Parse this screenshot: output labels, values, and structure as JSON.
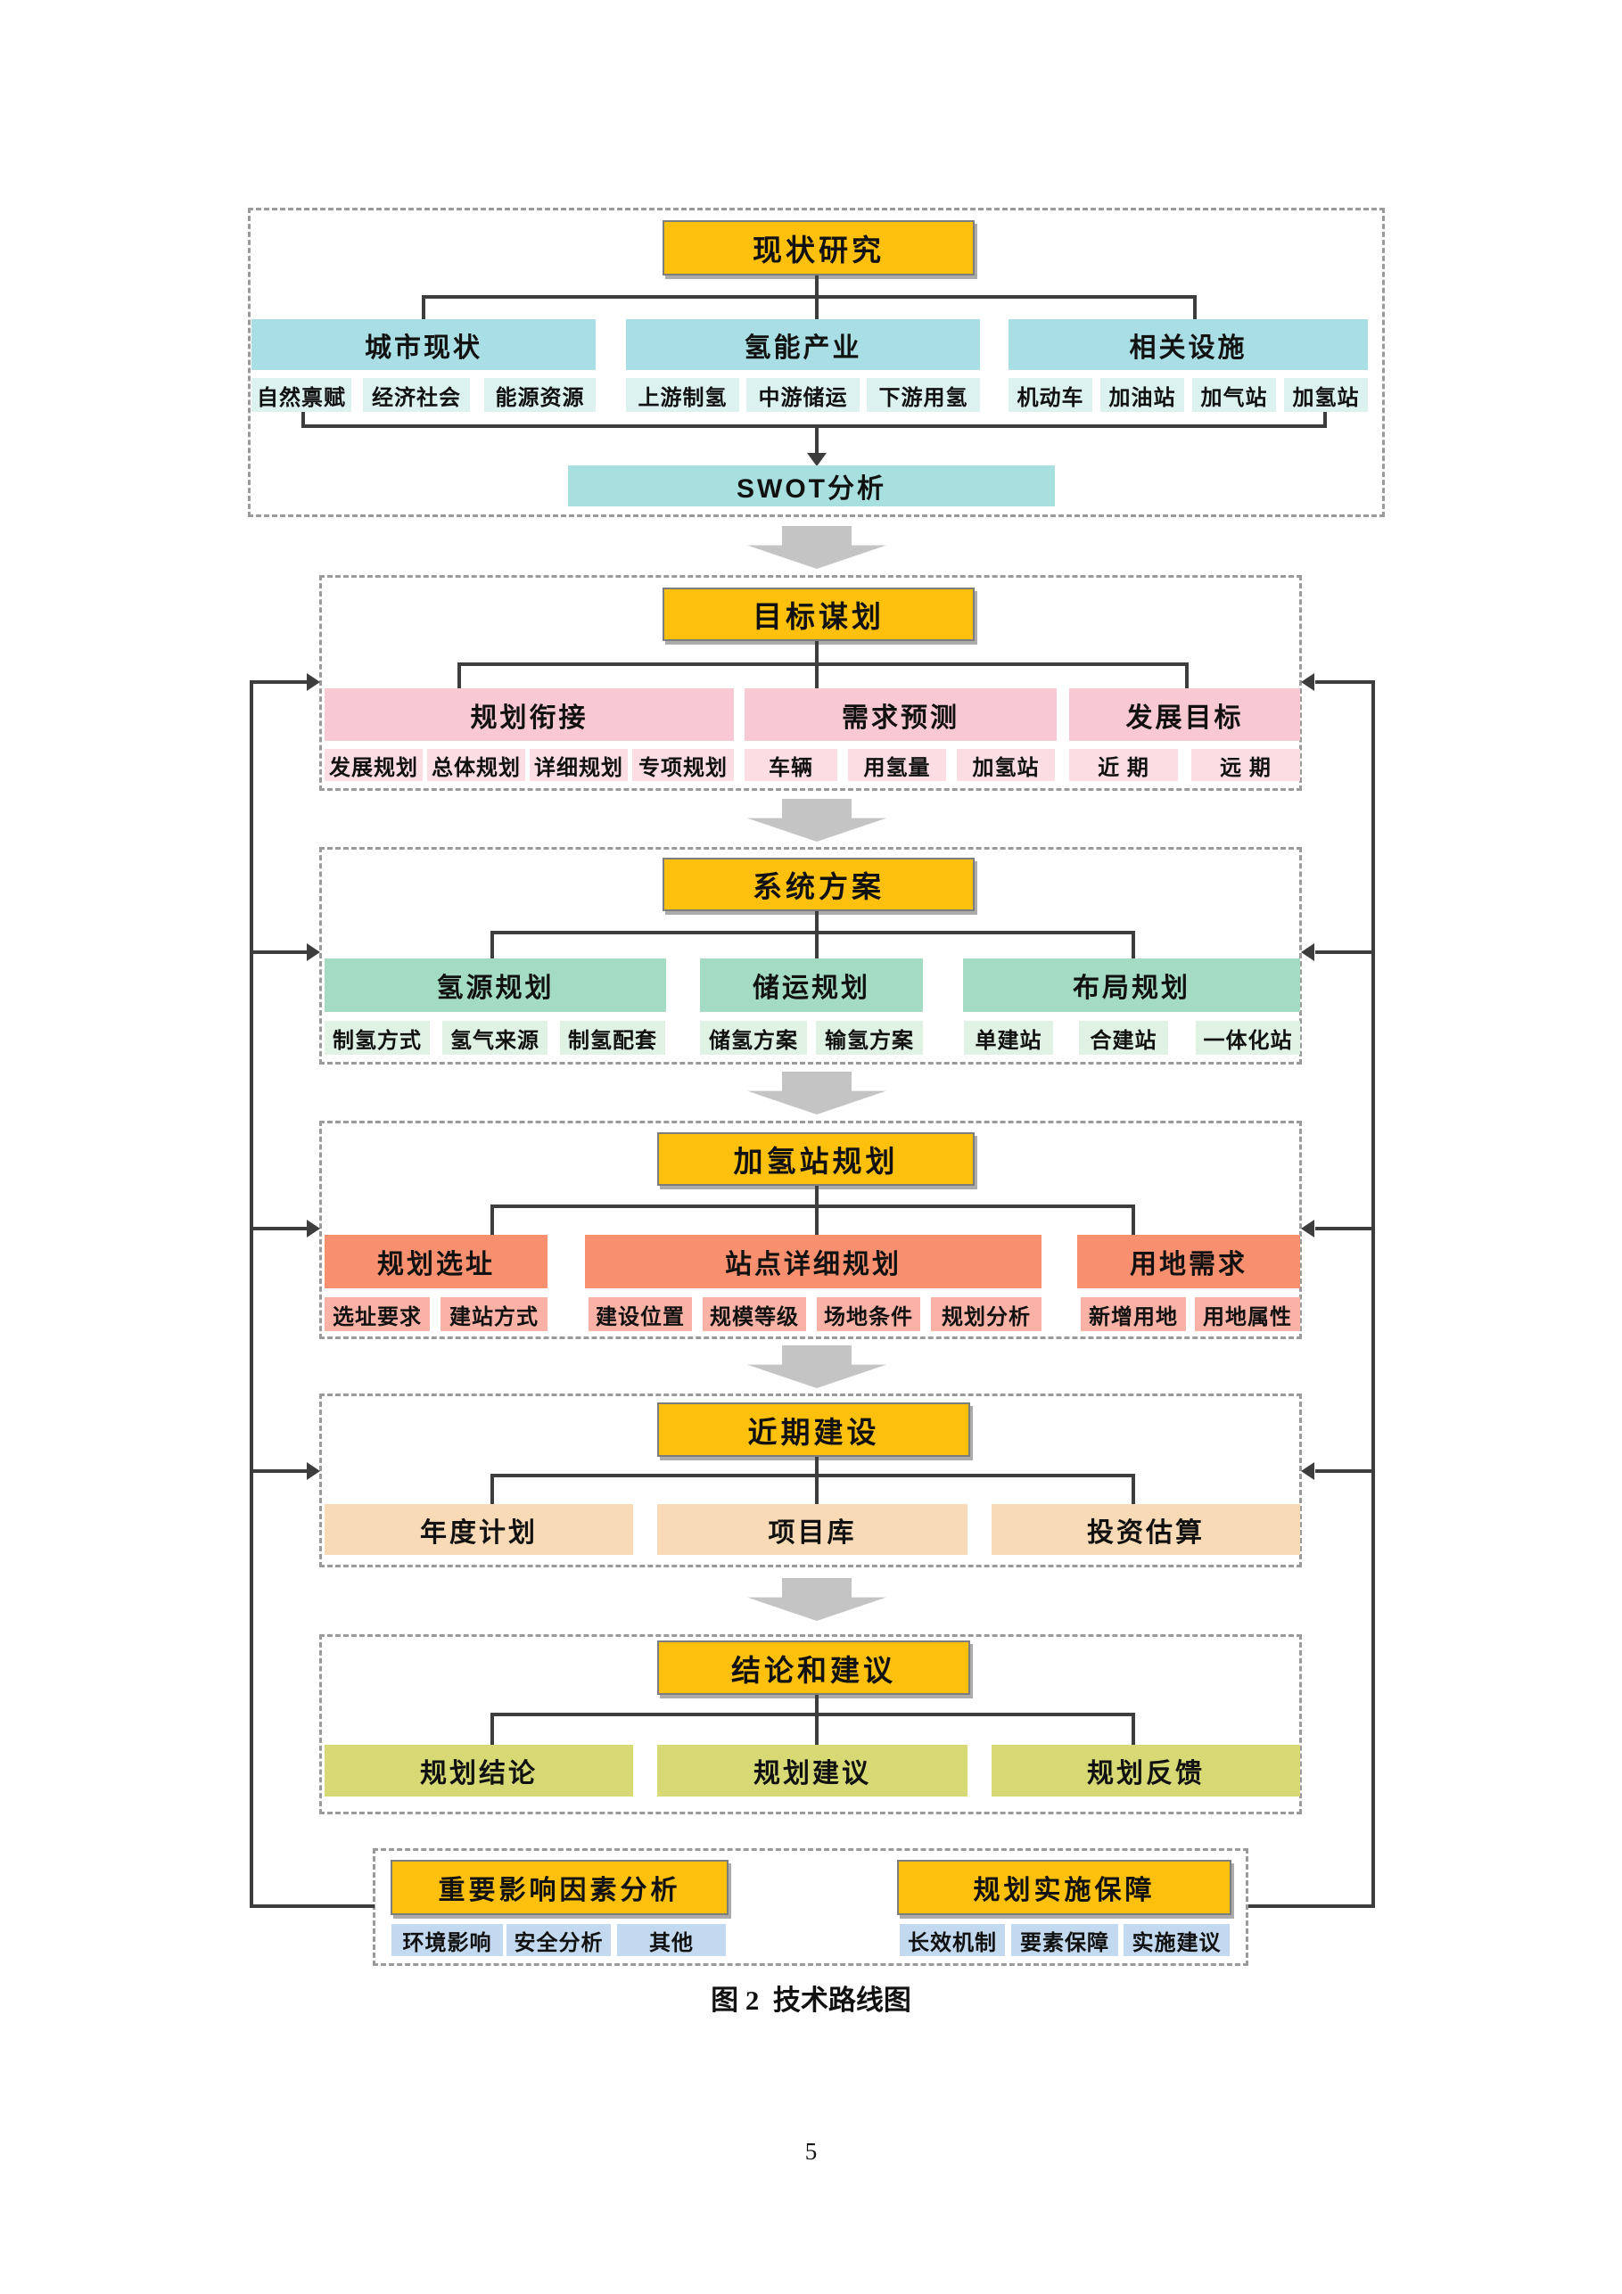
{
  "page": {
    "caption": "图 2  技术路线图",
    "number": "5"
  },
  "palette": {
    "title_fill": "#FCC00D",
    "title_border": "#7D7D7D",
    "cyan_header": "#A9DEE4",
    "cyan_item": "#DBF2EF",
    "swot_fill": "#A8E0E0",
    "pink_header": "#F8C8D3",
    "pink_item": "#FBDDE3",
    "green_header": "#A4DCC3",
    "green_item": "#DFF2E4",
    "salmon_header": "#F8906F",
    "salmon_item": "#FBB2A6",
    "peach_fill": "#F9DAB6",
    "olive_fill": "#D7DA74",
    "blue_item": "#C3D9EF",
    "connector_line": "#3D3D3D",
    "dashed_border": "#9A9A9A",
    "block_arrow": "#C4C4C4"
  },
  "sections": [
    {
      "title": "现状研究",
      "groups": [
        {
          "label": "城市现状",
          "items": [
            "自然禀赋",
            "经济社会",
            "能源资源"
          ]
        },
        {
          "label": "氢能产业",
          "items": [
            "上游制氢",
            "中游储运",
            "下游用氢"
          ]
        },
        {
          "label": "相关设施",
          "items": [
            "机动车",
            "加油站",
            "加气站",
            "加氢站"
          ]
        }
      ],
      "footer": "SWOT分析"
    },
    {
      "title": "目标谋划",
      "groups": [
        {
          "label": "规划衔接",
          "items": [
            "发展规划",
            "总体规划",
            "详细规划",
            "专项规划"
          ]
        },
        {
          "label": "需求预测",
          "items": [
            "车辆",
            "用氢量",
            "加氢站"
          ]
        },
        {
          "label": "发展目标",
          "items": [
            "近 期",
            "远 期"
          ]
        }
      ]
    },
    {
      "title": "系统方案",
      "groups": [
        {
          "label": "氢源规划",
          "items": [
            "制氢方式",
            "氢气来源",
            "制氢配套"
          ]
        },
        {
          "label": "储运规划",
          "items": [
            "储氢方案",
            "输氢方案"
          ]
        },
        {
          "label": "布局规划",
          "items": [
            "单建站",
            "合建站",
            "一体化站"
          ]
        }
      ]
    },
    {
      "title": "加氢站规划",
      "groups": [
        {
          "label": "规划选址",
          "items": [
            "选址要求",
            "建站方式"
          ]
        },
        {
          "label": "站点详细规划",
          "items": [
            "建设位置",
            "规模等级",
            "场地条件",
            "规划分析"
          ]
        },
        {
          "label": "用地需求",
          "items": [
            "新增用地",
            "用地属性"
          ]
        }
      ]
    },
    {
      "title": "近期建设",
      "groups": [
        {
          "label": "年度计划"
        },
        {
          "label": "项目库"
        },
        {
          "label": "投资估算"
        }
      ]
    },
    {
      "title": "结论和建议",
      "groups": [
        {
          "label": "规划结论"
        },
        {
          "label": "规划建议"
        },
        {
          "label": "规划反馈"
        }
      ]
    }
  ],
  "panels": [
    {
      "title": "重要影响因素分析",
      "items": [
        "环境影响",
        "安全分析",
        "其他"
      ]
    },
    {
      "title": "规划实施保障",
      "items": [
        "长效机制",
        "要素保障",
        "实施建议"
      ]
    }
  ]
}
